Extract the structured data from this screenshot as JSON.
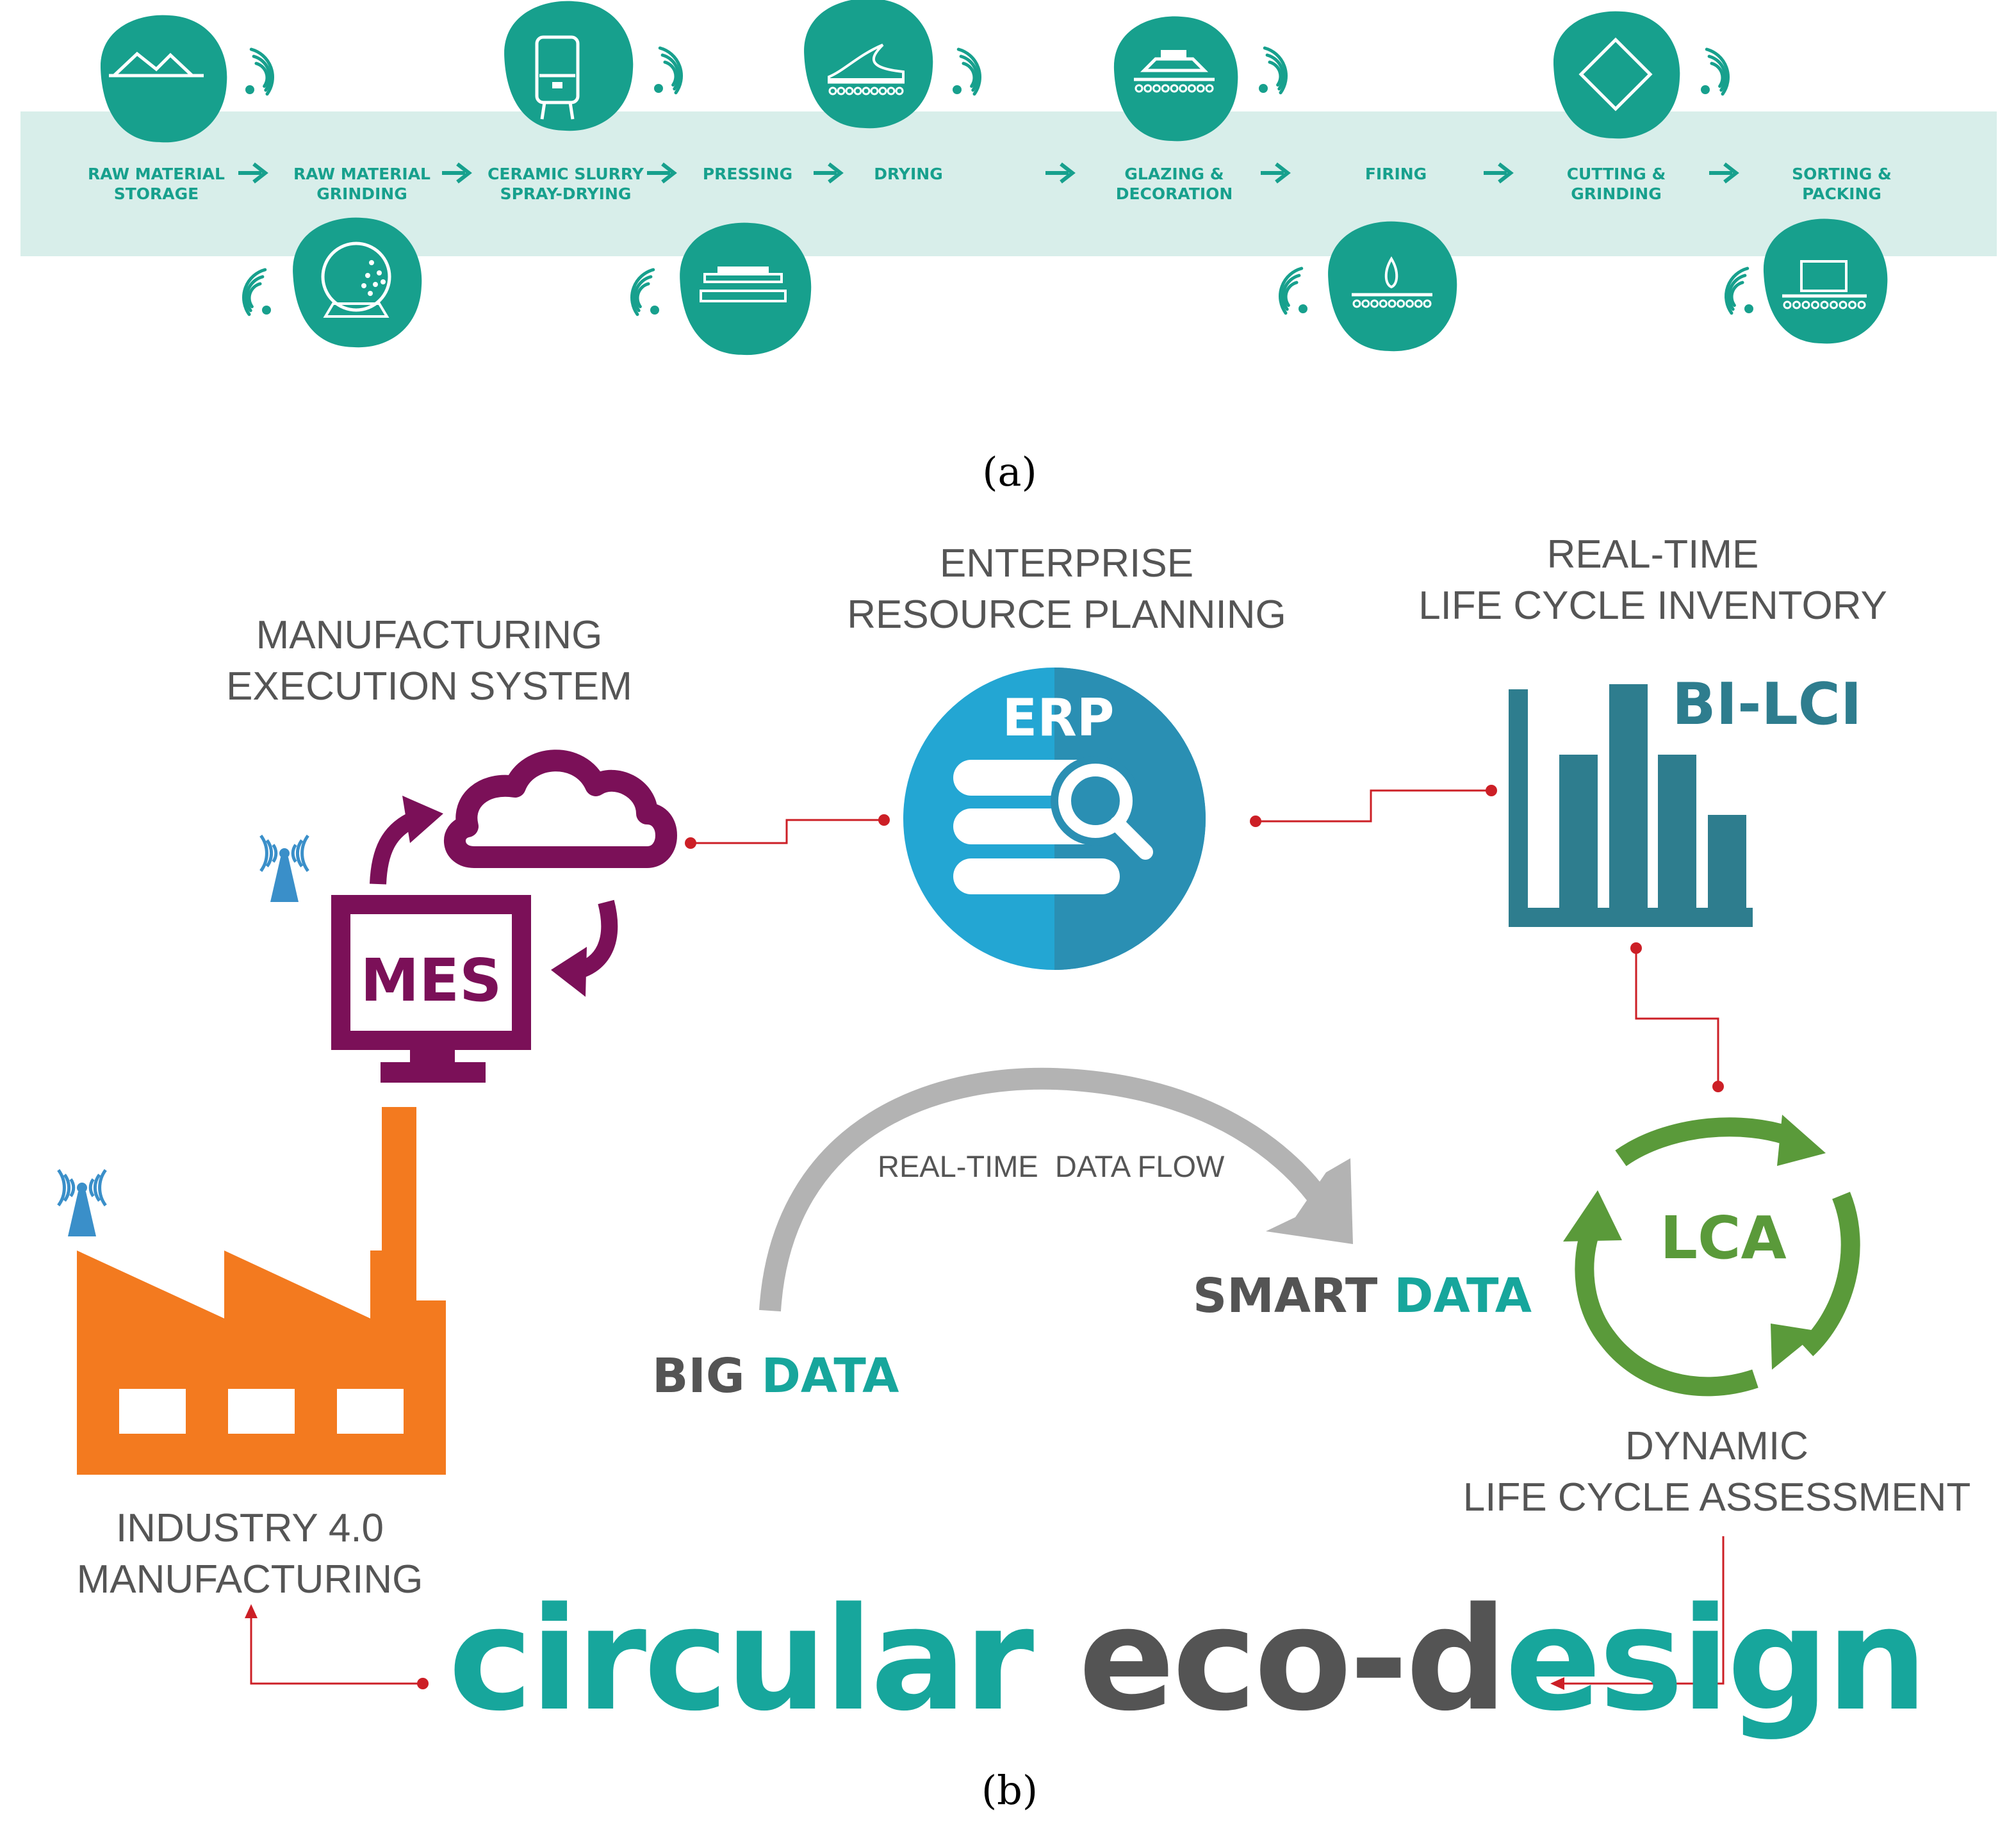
{
  "panel_a": {
    "label": "(a)",
    "steps": [
      {
        "label": "RAW MATERIAL\nSTORAGE",
        "icon": "mountains-icon"
      },
      {
        "label": "RAW MATERIAL\nGRINDING",
        "icon": "ball-mill-icon"
      },
      {
        "label": "CERAMIC  SLURRY\nSPRAY-DRYING",
        "icon": "silo-icon"
      },
      {
        "label": "PRESSING",
        "icon": "press-icon"
      },
      {
        "label": "DRYING",
        "icon": "dryer-icon"
      },
      {
        "label": "GLAZING &\nDECORATION",
        "icon": "glazing-icon"
      },
      {
        "label": "FIRING",
        "icon": "kiln-flame-icon"
      },
      {
        "label": "CUTTING &\nGRINDING",
        "icon": "diamond-tile-icon"
      },
      {
        "label": "SORTING &\nPACKING",
        "icon": "sorting-conveyor-icon"
      }
    ],
    "colors": {
      "band": "#d8eeea",
      "accent": "#17a08d"
    }
  },
  "panel_b": {
    "label": "(b)",
    "mes": {
      "title": "MANUFACTURING\nEXECUTION SYSTEM",
      "icon_text": "MES",
      "color": "#7b1058"
    },
    "erp": {
      "title": "ENTERPRISE\nRESOURCE PLANNING",
      "icon_text": "ERP",
      "color": "#23a6d3"
    },
    "bilci": {
      "title": "REAL-TIME\nLIFE CYCLE INVENTORY",
      "icon_text": "BI-LCI",
      "color": "#2e7d8e"
    },
    "lca": {
      "title": "DYNAMIC\nLIFE CYCLE ASSESSMENT",
      "icon_text": "LCA",
      "color": "#5a9a3a"
    },
    "factory": {
      "title": "INDUSTRY 4.0\nMANUFACTURING",
      "color": "#f37a1f"
    },
    "flow": {
      "label": "REAL-TIME  DATA FLOW"
    },
    "big_data": {
      "word1": "BIG",
      "word2": "DATA"
    },
    "smart_data": {
      "word1": "SMART",
      "word2": "DATA"
    },
    "eco_design": {
      "part1": "circular",
      "part2": "eco-d",
      "part3": "esign"
    },
    "connector_color": "#cc1f26"
  }
}
